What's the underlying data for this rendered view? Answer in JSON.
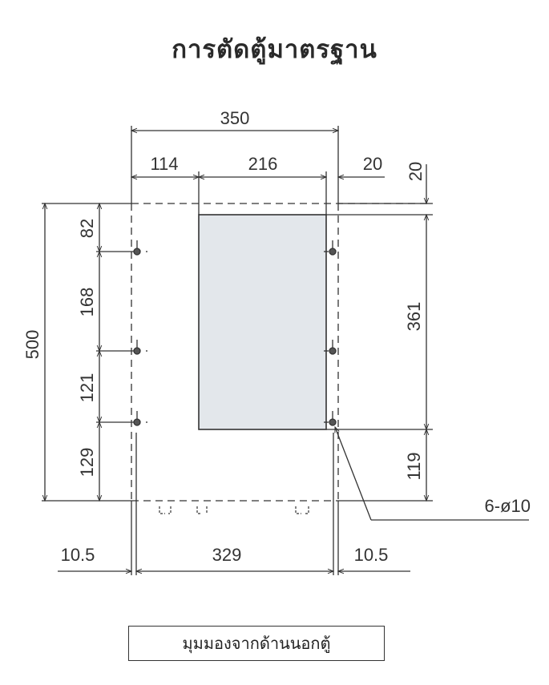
{
  "title": "การตัดตู้มาตรฐาน",
  "caption": "มุมมองจากด้านนอกตู้",
  "colors": {
    "line": "#333333",
    "cutout_fill": "#e3e7eb",
    "text": "#333333"
  },
  "dimensions": {
    "overall_width": "350",
    "left_offset": "114",
    "cutout_width": "216",
    "right_margin": "20",
    "top_margin": "20",
    "overall_height": "500",
    "hole_spacing_1": "82",
    "hole_spacing_2": "168",
    "hole_spacing_3": "121",
    "hole_spacing_4": "129",
    "cutout_height": "361",
    "bottom_margin": "119",
    "hole_callout": "6-ø10",
    "bottom_left": "10.5",
    "bottom_span": "329",
    "bottom_right": "10.5"
  }
}
